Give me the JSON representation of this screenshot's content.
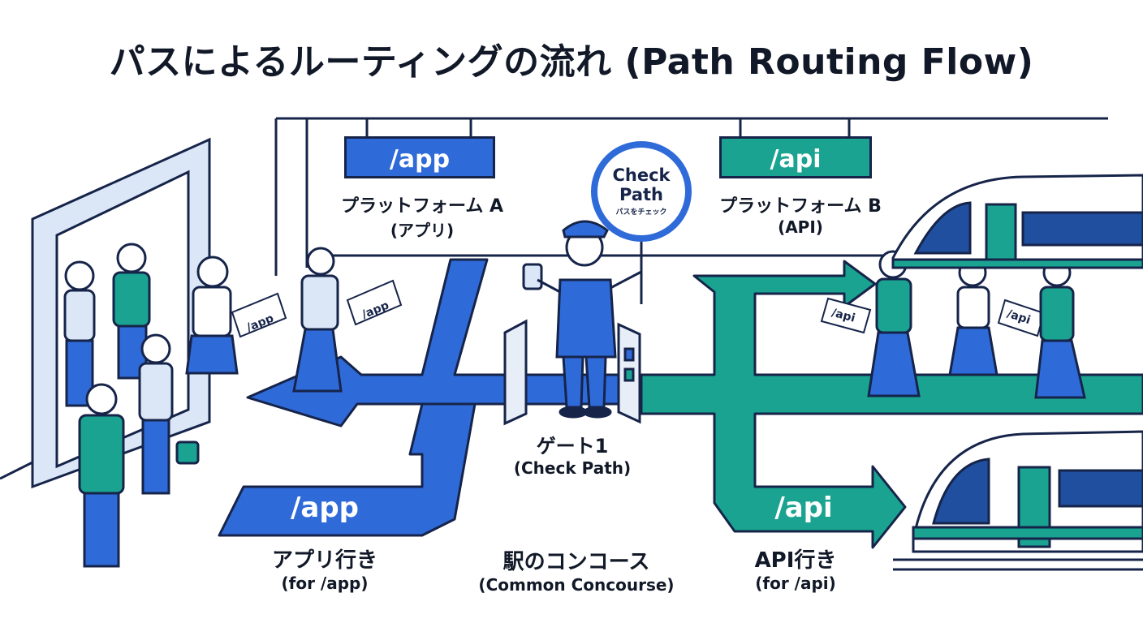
{
  "title": "パスによるルーティングの流れ (Path Routing Flow)",
  "platform_a": {
    "sign": "/app",
    "name": "プラットフォーム A",
    "sub": "(アプリ)"
  },
  "platform_b": {
    "sign": "/api",
    "name": "プラットフォーム B",
    "sub": "(API)"
  },
  "check_badge": {
    "line1": "Check",
    "line2": "Path",
    "line3": "パスをチェック"
  },
  "gate": {
    "name": "ゲート1",
    "sub": "(Check Path)"
  },
  "concourse": {
    "name": "駅のコンコース",
    "sub": "(Common Concourse)"
  },
  "route_app": {
    "arrow_label": "/app",
    "name": "アプリ行き",
    "sub": "(for /app)"
  },
  "route_api": {
    "arrow_label": "/api",
    "name": "API行き",
    "sub": "(for /api)"
  },
  "tickets": {
    "app": "/app",
    "api": "/api"
  },
  "colors": {
    "app_blue": "#2f6ad9",
    "api_teal": "#1aa391",
    "outline": "#16244a",
    "light_blue": "#dbe7f7"
  }
}
